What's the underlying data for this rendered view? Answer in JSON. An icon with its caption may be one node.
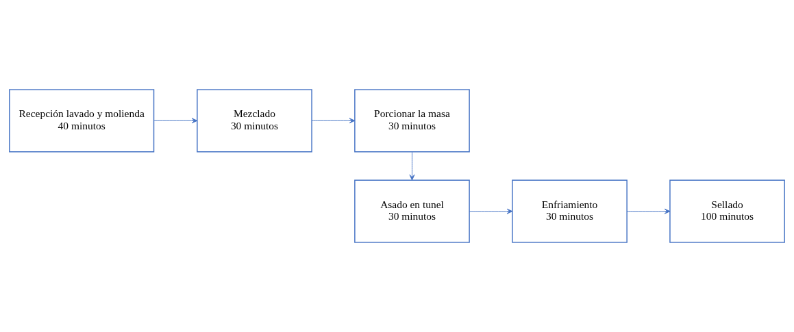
{
  "diagram": {
    "nodes": [
      {
        "text": [
          "Recepción lavado y molienda",
          "40 minutos"
        ]
      },
      {
        "text": [
          "Mezclado",
          "30 minutos"
        ]
      },
      {
        "text": [
          "Porcionar la masa",
          "30 minutos"
        ]
      },
      {
        "text": [
          "Asado en tunel",
          "30 minutos"
        ]
      },
      {
        "text": [
          "Enfriamiento",
          "30 minutos"
        ]
      },
      {
        "text": [
          "Sellado",
          "100 minutos"
        ]
      }
    ],
    "edges": [
      {
        "from": 0,
        "to": 1,
        "arrow": "to"
      },
      {
        "from": 1,
        "to": 2,
        "arrow": "to"
      },
      {
        "from": 2,
        "to": 3,
        "arrow": "to"
      },
      {
        "from": 3,
        "to": 4,
        "arrow": "to"
      },
      {
        "from": 4,
        "to": 5,
        "arrow": "to"
      }
    ]
  }
}
